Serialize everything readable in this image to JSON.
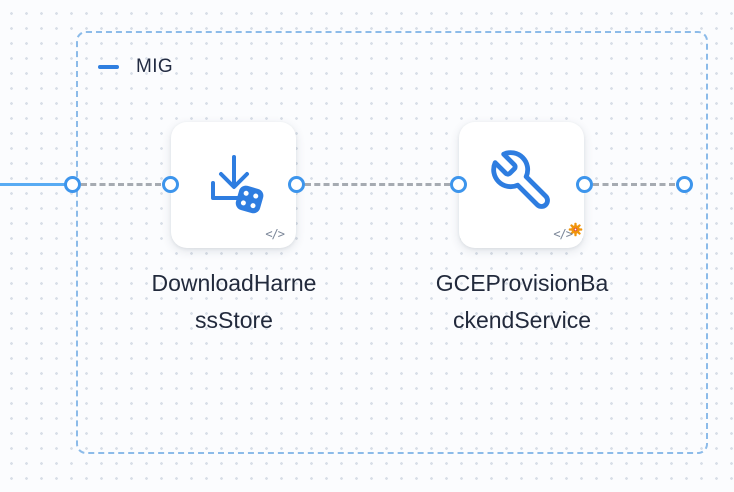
{
  "canvas": {
    "background_color": "#fbfcfe",
    "dot_color": "#d9dfe8"
  },
  "group": {
    "label": "MIG",
    "border_color": "#8cbbe9",
    "accent_color": "#2f7fe0",
    "collapse_icon": "minus-icon"
  },
  "connection": {
    "solid_line_color": "#58abf3",
    "dashed_line_color": "#a6abb2",
    "port_border_color": "#3d95ec",
    "port_fill_color": "#ffffff",
    "port_count": 6
  },
  "nodes": [
    {
      "label": "DownloadHarne\nssStore",
      "icon": "download-with-dice-icon",
      "icon_color": "#2e7de0",
      "code_badge": "</>"
    },
    {
      "label": "GCEProvisionBa\nckendService",
      "icon": "wrench-with-gear-icon",
      "icon_color": "#2e7de0",
      "gear_color": "#f0940a",
      "code_badge": "</>"
    }
  ]
}
